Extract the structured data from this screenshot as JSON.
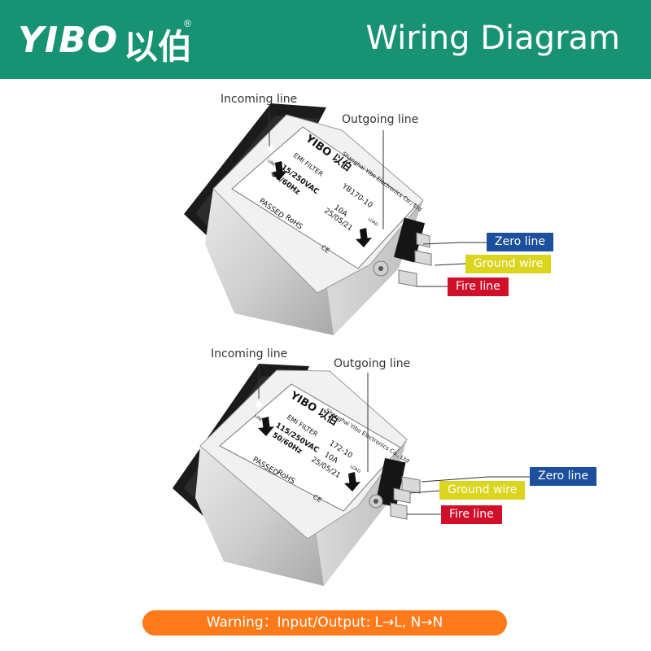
{
  "header": {
    "brand_latin": "YIBO",
    "brand_cn": "以伯",
    "registered_mark": "®",
    "title": "Wiring Diagram"
  },
  "colors": {
    "header_bg": "#179272",
    "zero_line": "#1c4f9c",
    "ground_wire": "#dbd51d",
    "fire_line": "#d0102a",
    "warning_bg": "#ff7a1a"
  },
  "filters": [
    {
      "callouts": {
        "incoming": "Incoming  line",
        "outgoing": "Outgoing line"
      },
      "label": {
        "brand": "YIBO 以伯",
        "maker": "Shanghai Yibo Electronics Co., Ltd",
        "product": "EMI FILTER",
        "model": "YB170-10",
        "voltage": "115/250VAC",
        "current": "10A",
        "frequency": "50/60Hz",
        "date": "25/05/21",
        "passed": "PASSED",
        "rohs": "RoHS",
        "ce": "CE",
        "line_in": "LINE",
        "load_out": "LOAD"
      },
      "wires": {
        "zero": "Zero line",
        "ground": "Ground wire",
        "fire": "Fire line"
      }
    },
    {
      "callouts": {
        "incoming": "Incoming  line",
        "outgoing": "Outgoing line"
      },
      "label": {
        "brand": "YIBO 以伯",
        "maker": "Shanghai Yibo Electronics Co., Ltd",
        "product": "EMI FILTER",
        "model": "172-10",
        "voltage": "115/250VAC",
        "current": "10A",
        "frequency": "50/60Hz",
        "date": "25/05/21",
        "passed": "PASSED",
        "rohs": "RoHS",
        "ce": "CE",
        "line_in": "LINE",
        "load_out": "LOAD"
      },
      "wires": {
        "zero": "Zero line",
        "ground": "Ground wire",
        "fire": "Fire line"
      }
    }
  ],
  "warning": "Warning：Input/Output:  L→L, N→N"
}
